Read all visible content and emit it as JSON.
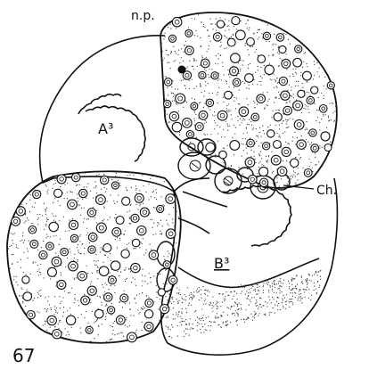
{
  "figure": {
    "label_np": "n.p.",
    "label_a": "A³",
    "label_b": "B³",
    "label_ch": "Ch.",
    "figure_number": "67"
  }
}
